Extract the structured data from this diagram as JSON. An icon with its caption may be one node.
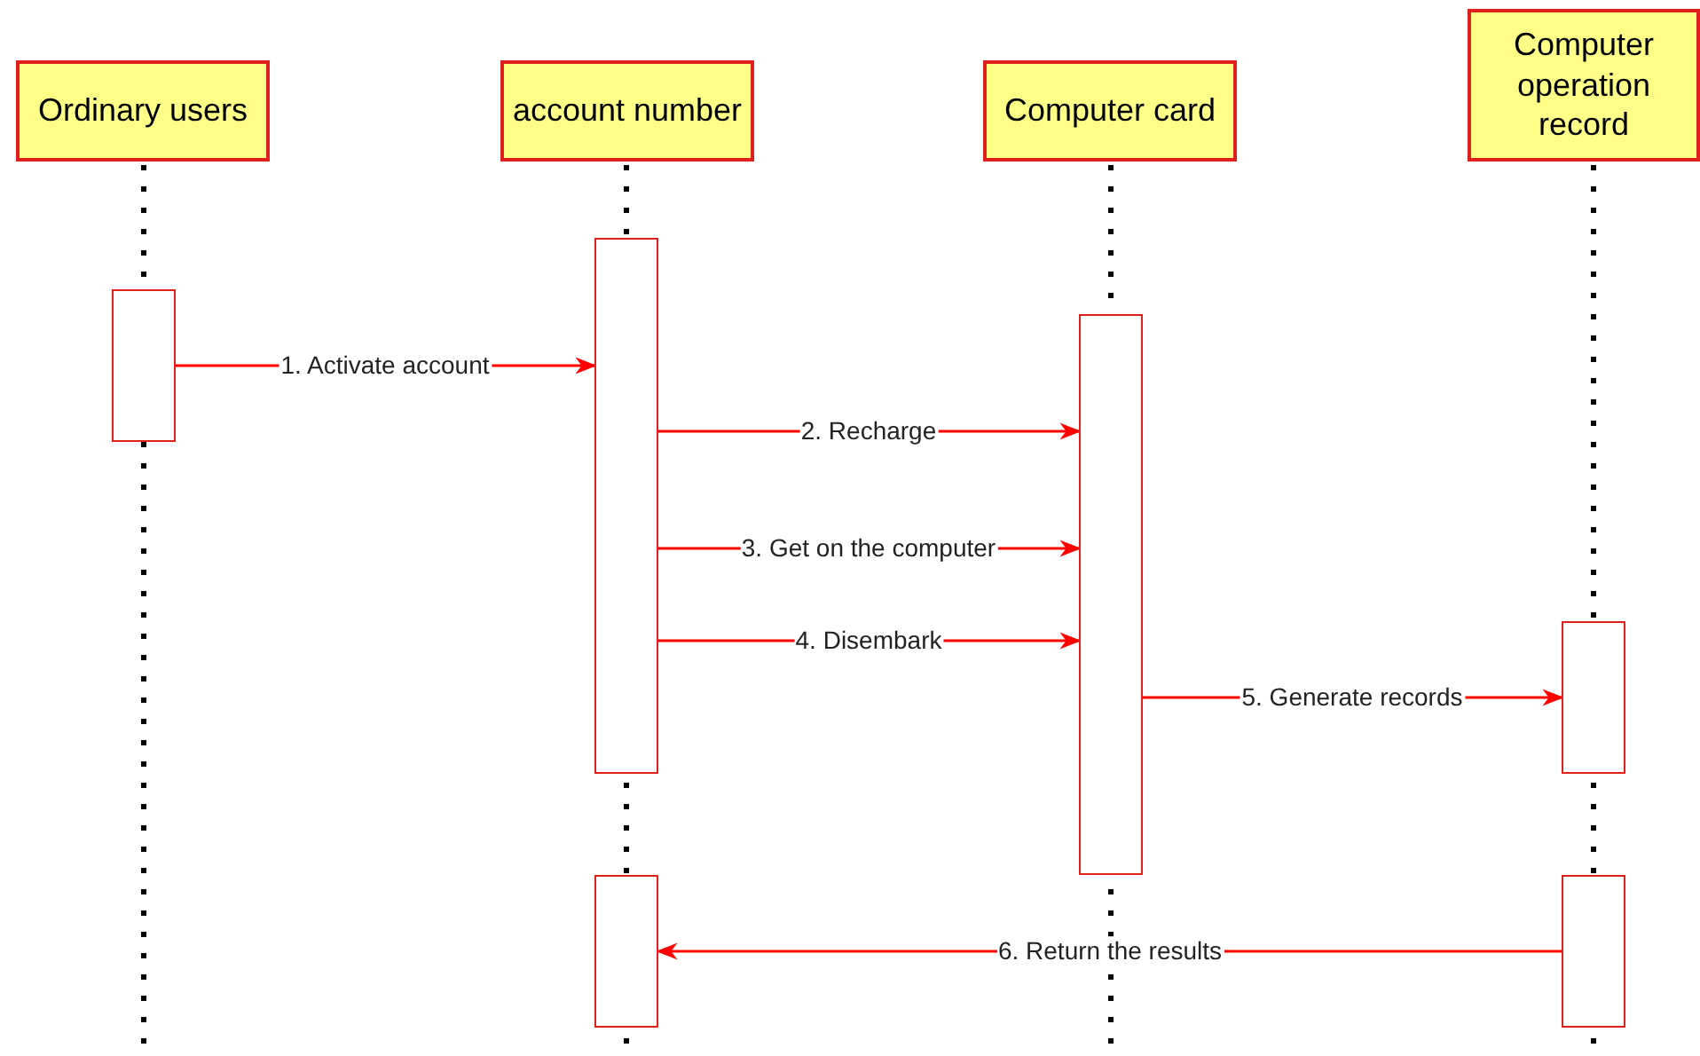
{
  "diagram": {
    "nodes": [
      {
        "text": [
          "Ordinary users"
        ]
      },
      {
        "text": [
          "account number"
        ]
      },
      {
        "text": [
          "Computer card"
        ]
      },
      {
        "text": [
          "Computer operation record"
        ]
      },
      {
        "text": [],
        "shape": "box"
      },
      {
        "text": [],
        "shape": "box"
      },
      {
        "text": [],
        "shape": "box"
      },
      {
        "text": [],
        "shape": "box"
      },
      {
        "text": [],
        "shape": "box"
      },
      {
        "text": [],
        "shape": "box"
      }
    ],
    "edges": [
      {
        "from": 4,
        "to": 5,
        "arrow": "to",
        "label": "1. Activate account"
      },
      {
        "from": 5,
        "to": 7,
        "arrow": "to",
        "label": "2. Recharge"
      },
      {
        "from": 5,
        "to": 7,
        "arrow": "to",
        "label": "3. Get on the computer"
      },
      {
        "from": 5,
        "to": 7,
        "arrow": "to",
        "label": "4. Disembark"
      },
      {
        "from": 7,
        "to": 8,
        "arrow": "to",
        "label": "5. Generate records"
      },
      {
        "from": 9,
        "to": 6,
        "arrow": "to",
        "label": "6. Return the results"
      }
    ]
  }
}
